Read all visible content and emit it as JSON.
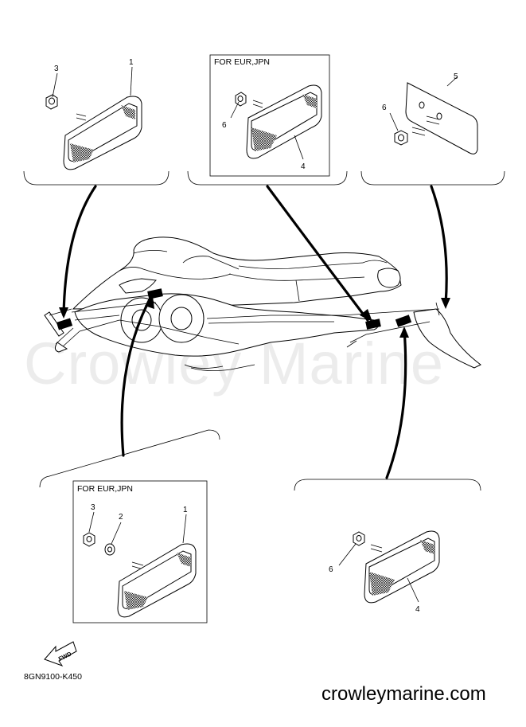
{
  "callouts": {
    "top_left": {
      "parts": [
        "3",
        "1"
      ]
    },
    "top_center": {
      "title": "FOR EUR,JPN",
      "parts": [
        "6",
        "4"
      ]
    },
    "top_right": {
      "parts": [
        "5",
        "6"
      ]
    },
    "bottom_left": {
      "title": "FOR EUR,JPN",
      "parts": [
        "3",
        "2",
        "1"
      ]
    },
    "bottom_right": {
      "parts": [
        "6",
        "4"
      ]
    }
  },
  "fwd_label": "FWD",
  "diagram_code": "8GN9100-K450",
  "watermark": "Crowley Marine",
  "site": "crowleymarine.com"
}
